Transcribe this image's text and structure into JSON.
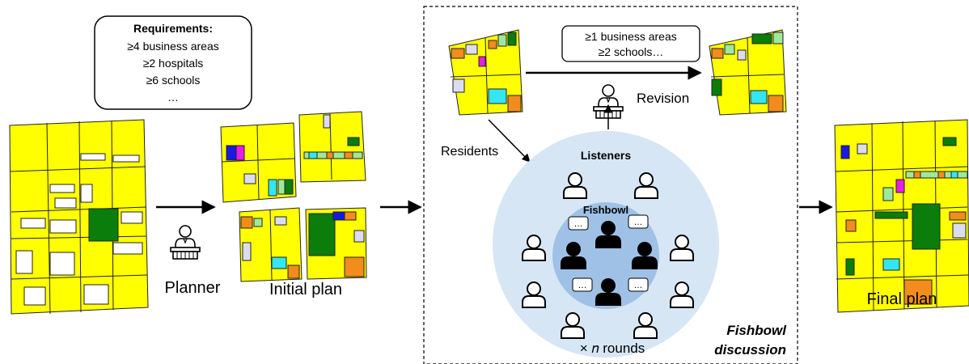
{
  "requirements": {
    "title": "Requirements:",
    "lines": [
      "≥4 business areas",
      "≥2 hospitals",
      "≥6 schools",
      "…"
    ]
  },
  "labels": {
    "planner": "Planner",
    "initial_plan": "Initial plan",
    "final_plan": "Final plan",
    "residents": "Residents",
    "revision": "Revision",
    "listeners": "Listeners",
    "fishbowl": "Fishbowl",
    "rounds": "× 𝑛 rounds",
    "fishbowl_discussion_1": "Fishbowl",
    "fishbowl_discussion_2": "discussion"
  },
  "revision_box": {
    "line1": "≥1 business areas",
    "line2": "≥2 schools…"
  },
  "speech": "…",
  "colors": {
    "yellow": "#ffff00",
    "dark_green": "#0a7d0a",
    "light_green": "#9ee89e",
    "orange": "#f28c1c",
    "cyan": "#33e6f2",
    "magenta": "#e61ee6",
    "blue": "#1a1adf",
    "lavender": "#dcdcf0",
    "outer_circle": "#d6e6f5",
    "inner_circle": "#9fc1e6"
  }
}
